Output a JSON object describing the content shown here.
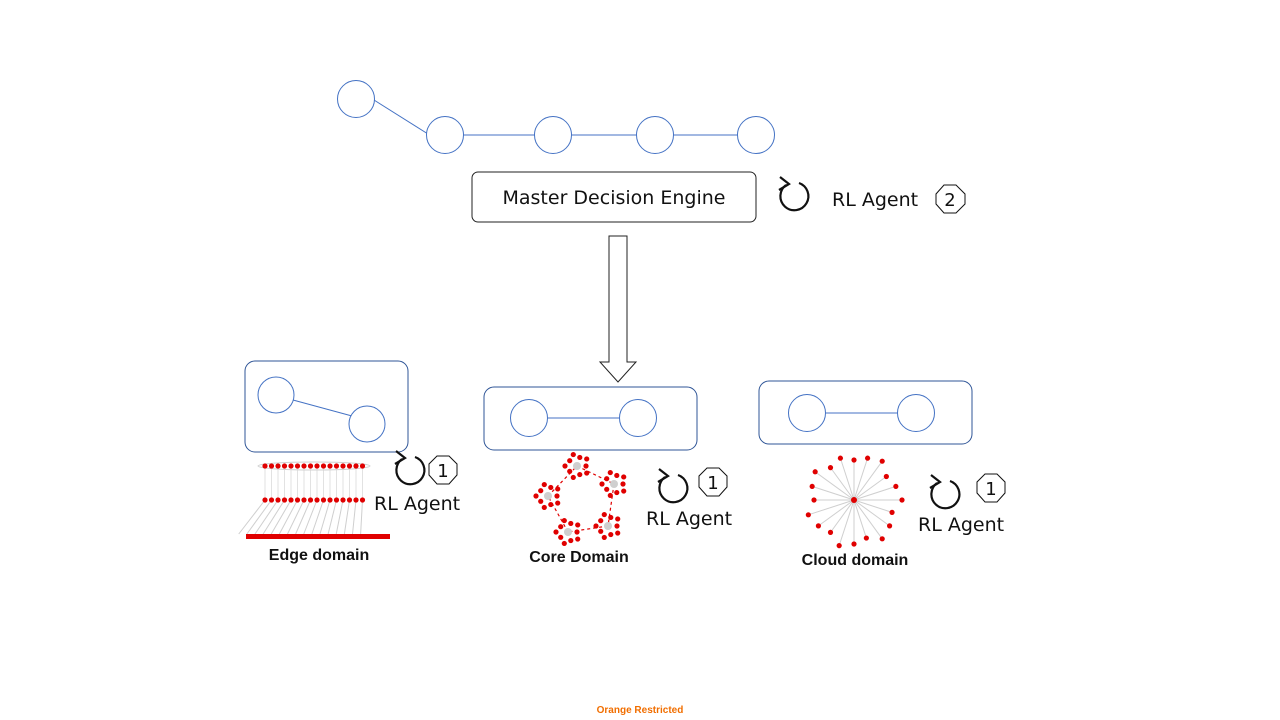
{
  "master": {
    "title": "Master Decision Engine",
    "agent_label": "RL Agent",
    "agent_level": "2"
  },
  "domains": [
    {
      "name": "Edge domain",
      "agent_label": "RL Agent",
      "agent_level": "1"
    },
    {
      "name": "Core Domain",
      "agent_label": "RL Agent",
      "agent_level": "1"
    },
    {
      "name": "Cloud domain",
      "agent_label": "RL Agent",
      "agent_level": "1"
    }
  ],
  "footer": {
    "classification": "Orange Restricted",
    "classification_color": "#f16e00"
  },
  "colors": {
    "node_stroke": "#4472c4",
    "box_stroke": "#2f5597",
    "network_dot": "#e00000"
  }
}
